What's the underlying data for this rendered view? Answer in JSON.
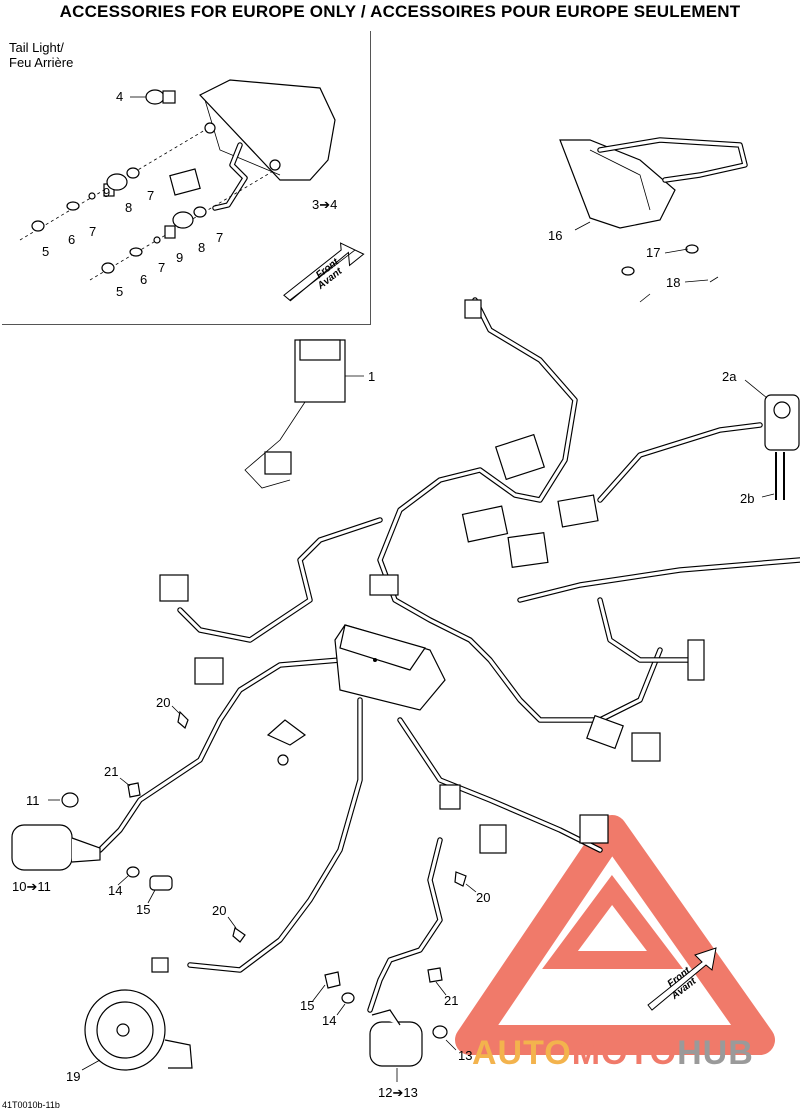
{
  "title": "ACCESSORIES FOR EUROPE ONLY / ACCESSOIRES POUR EUROPE SEULEMENT",
  "inset": {
    "title_line1": "Tail Light/",
    "title_line2": "Feu Arrière"
  },
  "callouts": {
    "c1": "1",
    "c2a": "2a",
    "c2b": "2b",
    "c3_4": "3➔4",
    "c4": "4",
    "c5a": "5",
    "c5b": "5",
    "c6a": "6",
    "c6b": "6",
    "c7a": "7",
    "c7b": "7",
    "c7c": "7",
    "c7d": "7",
    "c8a": "8",
    "c8b": "8",
    "c9a": "9",
    "c9b": "9",
    "c10_11": "10➔11",
    "c11": "11",
    "c12_13": "12➔13",
    "c13": "13",
    "c14a": "14",
    "c14b": "14",
    "c15a": "15",
    "c15b": "15",
    "c16": "16",
    "c17": "17",
    "c18": "18",
    "c19": "19",
    "c20a": "20",
    "c20b": "20",
    "c20c": "20",
    "c21a": "21",
    "c21b": "21"
  },
  "front_arrow": {
    "line1": "Front",
    "line2": "Avant"
  },
  "watermark": {
    "part1": "AUTO",
    "part2": "MOTO",
    "part3": "HUB"
  },
  "footer_code": "41T0010b-11b",
  "colors": {
    "watermark_red": "#f07a6a",
    "watermark_orange": "#f3b34d",
    "watermark_gray": "#9a9a9a",
    "line": "#000000"
  }
}
